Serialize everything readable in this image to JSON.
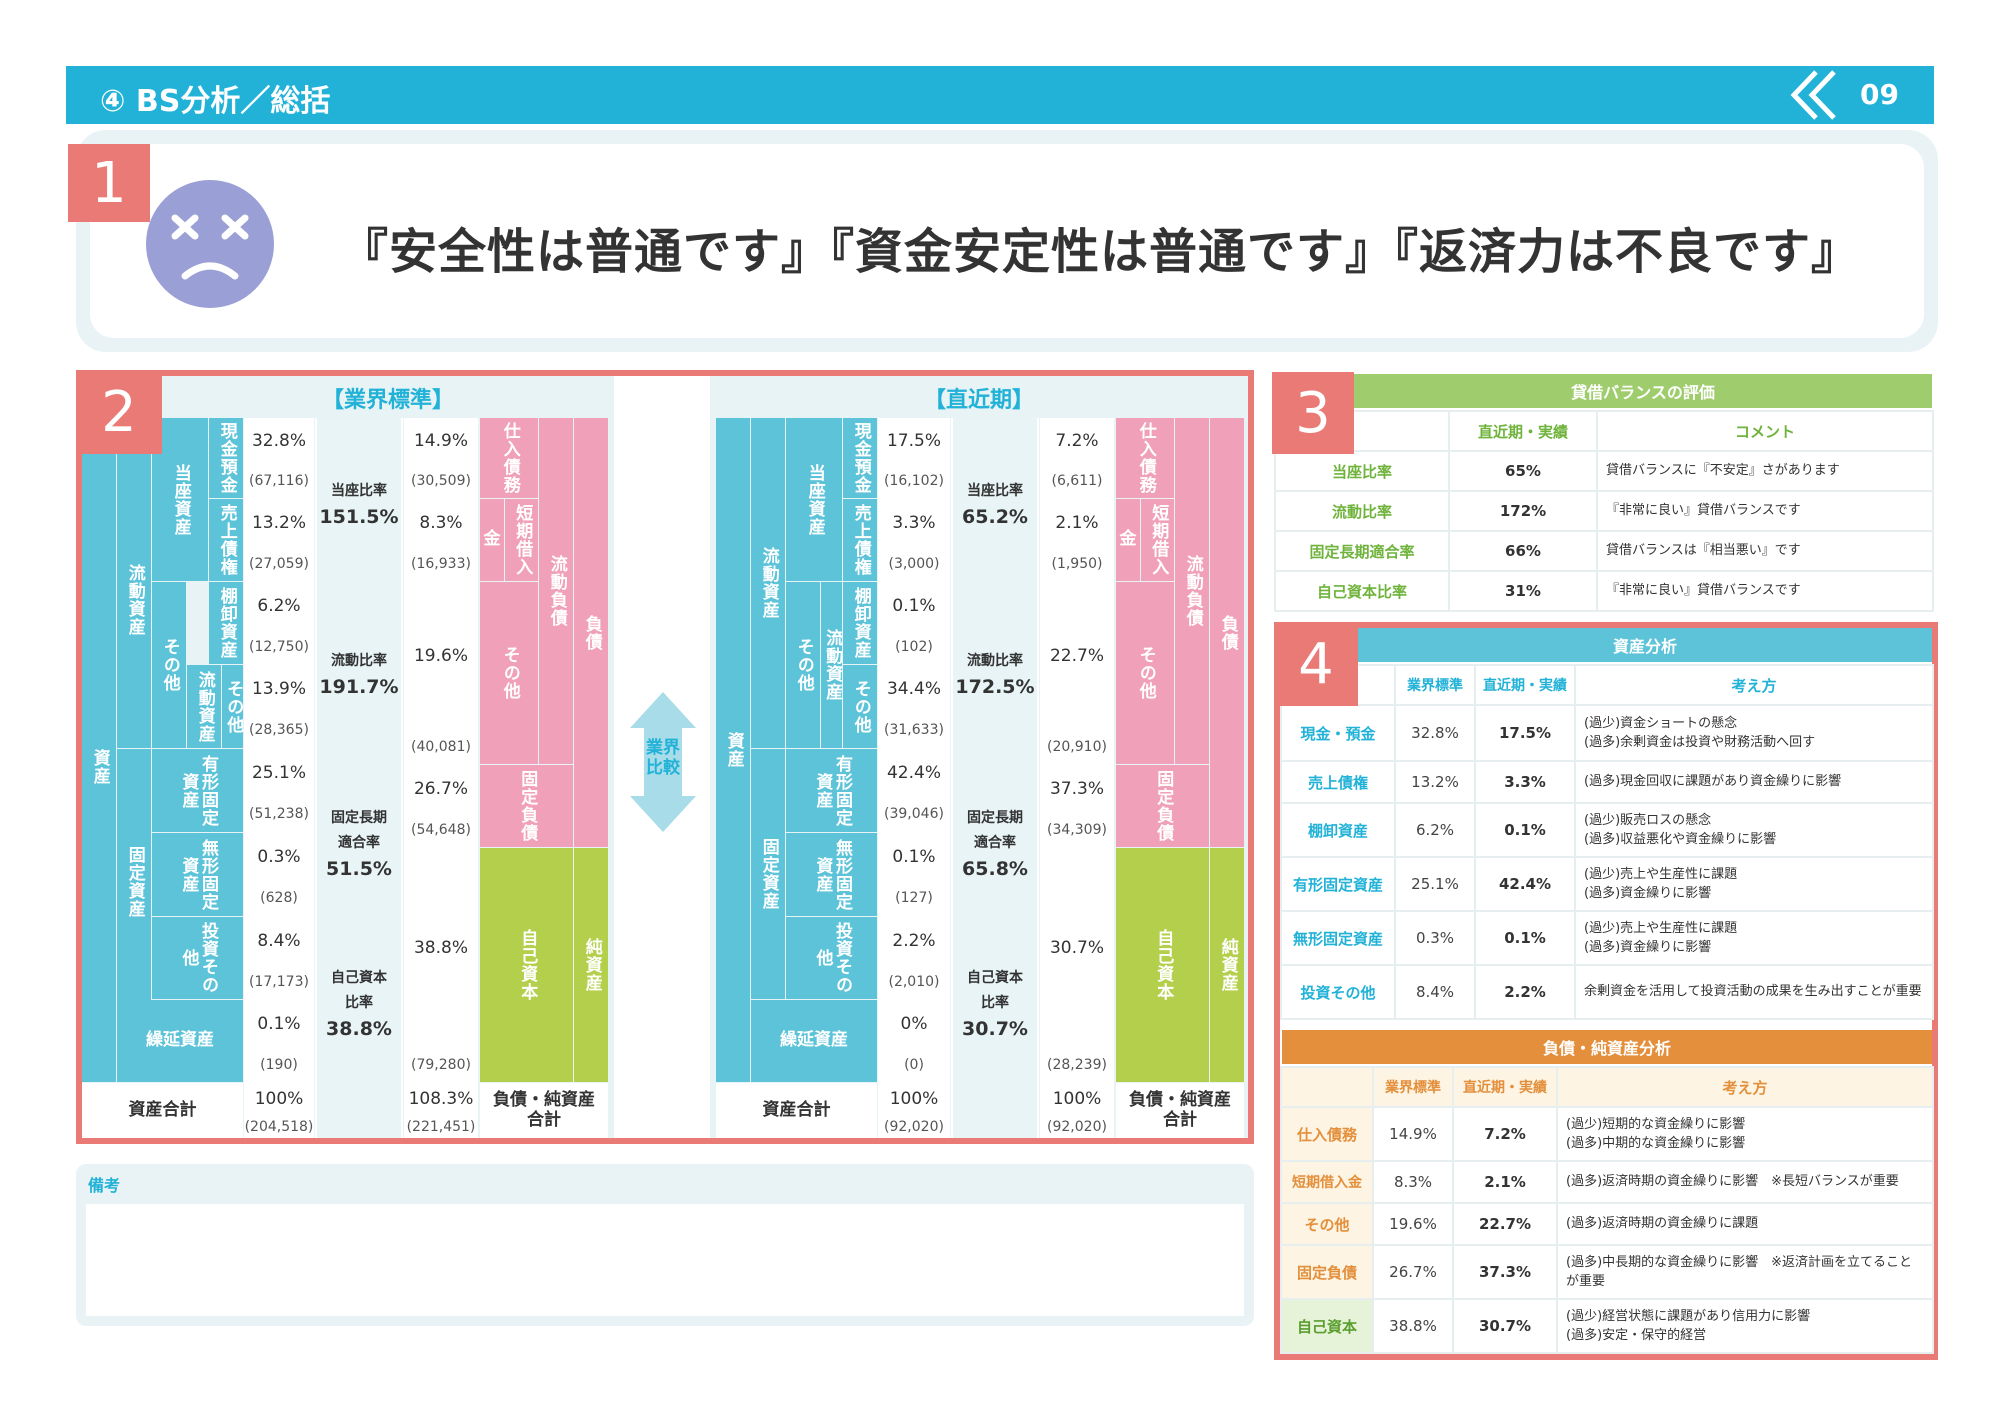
{
  "header": {
    "title": "④ BS分析／総括",
    "page": "09"
  },
  "summary": {
    "num": "1",
    "text": "『安全性は普通です』『資金安定性は普通です』『返済力は不良です』"
  },
  "s2": {
    "num": "2",
    "industry_title": "【業界標準】",
    "recent_title": "【直近期】",
    "compare": "業界\n比較",
    "lbl": {
      "shisan": "資産",
      "ryudo_shisan": "流動資産",
      "koteishisan": "固定資産",
      "touza": "当座資産",
      "sonota": "その他",
      "cash": "現金預金",
      "uri": "売上債権",
      "tana": "棚卸資産",
      "ryudo_shisan2": "流動資産",
      "sonota2": "その他",
      "yukei": "有形固定資産",
      "mukei": "無形固定資産",
      "toshi": "投資その他",
      "kurinobe": "繰延資産",
      "shisan_total": "資産合計",
      "shiire": "仕入債務",
      "tanki": "短期借入金",
      "ryudo_fusai": "流動負債",
      "fusai": "負債",
      "sonota3": "その他",
      "kotei_fusai": "固定負債",
      "jiko": "自己資本",
      "jun": "純資産",
      "fusai_total": "負債・純資産合計",
      "touza_ratio": "当座比率",
      "ryudo_ratio": "流動比率",
      "kotei_ratio": "固定長期適合率",
      "jiko_ratio": "自己資本比率"
    },
    "industry": {
      "cash": "32.8%",
      "cash_a": "(67,116)",
      "uri": "13.2%",
      "uri_a": "(27,059)",
      "tana": "6.2%",
      "tana_a": "(12,750)",
      "other": "13.9%",
      "other_a": "(28,365)",
      "yukei": "25.1%",
      "yukei_a": "(51,238)",
      "mukei": "0.3%",
      "mukei_a": "(628)",
      "toshi": "8.4%",
      "toshi_a": "(17,173)",
      "kuri": "0.1%",
      "kuri_a": "(190)",
      "total": "100%",
      "total_a": "(204,518)",
      "touza": "151.5%",
      "ryudo": "191.7%",
      "kotei": "51.5%",
      "jiko": "38.8%",
      "shiire": "14.9%",
      "shiire_a": "(30,509)",
      "tanki": "8.3%",
      "tanki_a": "(16,933)",
      "other2": "19.6%",
      "other2_a": "(40,081)",
      "kf": "26.7%",
      "kf_a": "(54,648)",
      "jk": "38.8%",
      "jk_a": "(79,280)",
      "ftotal": "108.3%",
      "ftotal_a": "(221,451)"
    },
    "recent": {
      "cash": "17.5%",
      "cash_a": "(16,102)",
      "uri": "3.3%",
      "uri_a": "(3,000)",
      "tana": "0.1%",
      "tana_a": "(102)",
      "other": "34.4%",
      "other_a": "(31,633)",
      "yukei": "42.4%",
      "yukei_a": "(39,046)",
      "mukei": "0.1%",
      "mukei_a": "(127)",
      "toshi": "2.2%",
      "toshi_a": "(2,010)",
      "kuri": "0%",
      "kuri_a": "(0)",
      "total": "100%",
      "total_a": "(92,020)",
      "touza": "65.2%",
      "ryudo": "172.5%",
      "kotei": "65.8%",
      "jiko": "30.7%",
      "shiire": "7.2%",
      "shiire_a": "(6,611)",
      "tanki": "2.1%",
      "tanki_a": "(1,950)",
      "other2": "22.7%",
      "other2_a": "(20,910)",
      "kf": "37.3%",
      "kf_a": "(34,309)",
      "jk": "30.7%",
      "jk_a": "(28,239)",
      "ftotal": "100%",
      "ftotal_a": "(92,020)"
    }
  },
  "s3": {
    "num": "3",
    "title": "貸借バランスの評価",
    "headers": [
      "",
      "直近期・実績",
      "コメント"
    ],
    "rows": [
      [
        "当座比率",
        "65%",
        "貸借バランスに『不安定』さがあります"
      ],
      [
        "流動比率",
        "172%",
        "『非常に良い』貸借バランスです"
      ],
      [
        "固定長期適合率",
        "66%",
        "貸借バランスは『相当悪い』です"
      ],
      [
        "自己資本比率",
        "31%",
        "『非常に良い』貸借バランスです"
      ]
    ]
  },
  "s4": {
    "num": "4",
    "asset_title": "資産分析",
    "liab_title": "負債・純資産分析",
    "headers": [
      "",
      "業界標準",
      "直近期・実績",
      "考え方"
    ],
    "asset_rows": [
      [
        "現金・預金",
        "32.8%",
        "17.5%",
        "(過少)資金ショートの懸念\n(過多)余剰資金は投資や財務活動へ回す"
      ],
      [
        "売上債権",
        "13.2%",
        "3.3%",
        "(過多)現金回収に課題があり資金繰りに影響"
      ],
      [
        "棚卸資産",
        "6.2%",
        "0.1%",
        "(過少)販売ロスの懸念\n(過多)収益悪化や資金繰りに影響"
      ],
      [
        "有形固定資産",
        "25.1%",
        "42.4%",
        "(過少)売上や生産性に課題\n(過多)資金繰りに影響"
      ],
      [
        "無形固定資産",
        "0.3%",
        "0.1%",
        "(過少)売上や生産性に課題\n(過多)資金繰りに影響"
      ],
      [
        "投資その他",
        "8.4%",
        "2.2%",
        "余剰資金を活用して投資活動の成果を生み出すことが重要"
      ]
    ],
    "liab_rows": [
      [
        "仕入債務",
        "14.9%",
        "7.2%",
        "(過少)短期的な資金繰りに影響\n(過多)中期的な資金繰りに影響"
      ],
      [
        "短期借入金",
        "8.3%",
        "2.1%",
        "(過多)返済時期の資金繰りに影響　※長短バランスが重要"
      ],
      [
        "その他",
        "19.6%",
        "22.7%",
        "(過多)返済時期の資金繰りに課題"
      ],
      [
        "固定負債",
        "26.7%",
        "37.3%",
        "(過多)中長期的な資金繰りに影響　※返済計画を立てることが重要"
      ],
      [
        "自己資本",
        "38.8%",
        "30.7%",
        "(過少)経営状態に課題があり信用力に影響\n(過多)安定・保守的経営"
      ]
    ]
  },
  "notes": {
    "label": "備考",
    "text": ""
  },
  "colors": {
    "header": "#22b2d8",
    "red": "#ea7a75",
    "blue": "#5cc3d8",
    "pink": "#f1a0b9",
    "green": "#b3cf4b",
    "s3head": "#9fcd6e",
    "s4orange": "#e38f3b"
  }
}
